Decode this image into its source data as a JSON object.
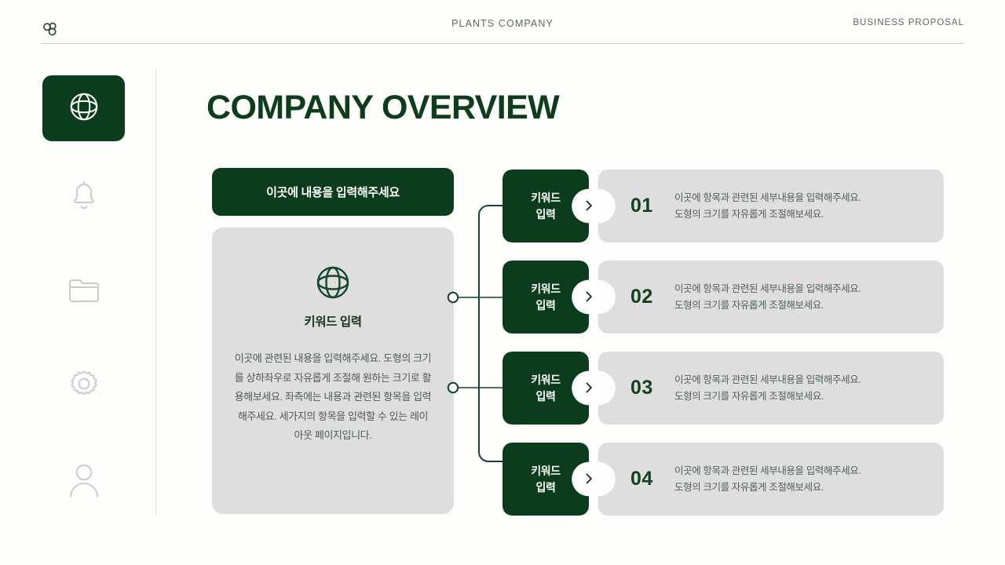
{
  "header": {
    "logo_icon": "three-circles-logo",
    "center_title": "PLANTS COMPANY",
    "right_title": "BUSINESS PROPOSAL"
  },
  "sidebar": {
    "items": [
      {
        "icon": "globe-icon",
        "active": true
      },
      {
        "icon": "bell-icon",
        "active": false
      },
      {
        "icon": "folder-icon",
        "active": false
      },
      {
        "icon": "gear-icon",
        "active": false
      },
      {
        "icon": "person-icon",
        "active": false
      }
    ]
  },
  "main": {
    "page_title": "COMPANY OVERVIEW",
    "banner_label": "이곳에 내용을 입력해주세요",
    "left_card": {
      "icon": "globe-icon",
      "title": "키워드 입력",
      "body": "이곳에 관련된 내용을 입력해주세요. 도형의 크기를 상하좌우로 자유롭게 조절해 원하는 크기로 활용해보세요. 좌측에는 내용과 관련된 항목을 입력해주세요. 세가지의 항목을 입력할 수 있는 레이아웃 페이지입니다."
    },
    "rows": [
      {
        "keyword": "키워드\n입력",
        "keyword_line1": "키워드",
        "keyword_line2": "입력",
        "number": "01",
        "text_line1": "이곳에 항목과 관련된 세부내용을 입력해주세요.",
        "text_line2": "도형의 크기를 자유롭게 조절해보세요.",
        "chevron": "chevron-right-icon"
      },
      {
        "keyword_line1": "키워드",
        "keyword_line2": "입력",
        "number": "02",
        "text_line1": "이곳에 항목과 관련된 세부내용을 입력해주세요.",
        "text_line2": "도형의 크기를 자유롭게 조절해보세요.",
        "chevron": "chevron-right-icon"
      },
      {
        "keyword_line1": "키워드",
        "keyword_line2": "입력",
        "number": "03",
        "text_line1": "이곳에 항목과 관련된 세부내용을 입력해주세요.",
        "text_line2": "도형의 크기를 자유롭게 조절해보세요.",
        "chevron": "chevron-right-icon"
      },
      {
        "keyword_line1": "키워드",
        "keyword_line2": "입력",
        "number": "04",
        "text_line1": "이곳에 항목과 관련된 세부내용을 입력해주세요.",
        "text_line2": "도형의 크기를 자유롭게 조절해보세요.",
        "chevron": "chevron-right-icon"
      }
    ]
  },
  "colors": {
    "brand_green": "#0b3d1c",
    "panel_gray": "#dedede",
    "body_text": "#53615a",
    "header_text": "#5b6a60",
    "page_background": "#fdfdfc",
    "icon_gray": "#c9cdca"
  }
}
